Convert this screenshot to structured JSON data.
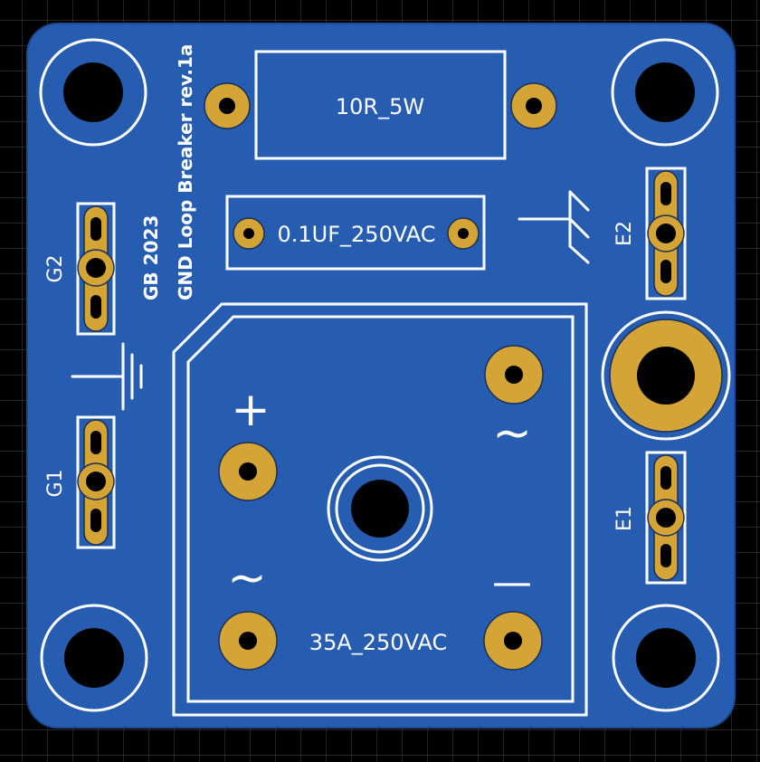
{
  "board": {
    "title": "GND Loop Breaker rev.1a",
    "year": "GB 2023"
  },
  "components": {
    "resistor": "10R_5W",
    "capacitor": "0.1UF_250VAC",
    "bridge": "35A_250VAC"
  },
  "connectors": {
    "g1": "G1",
    "g2": "G2",
    "e1": "E1",
    "e2": "E2"
  },
  "symbols": {
    "plus": "+",
    "minus": "—",
    "ac": "~"
  },
  "colors": {
    "background": "#000000",
    "grid": "#3a3a3a",
    "board": "#275DB0",
    "board_edge": "#1E4A94",
    "pad": "#D4A536",
    "silkscreen": "#FFFFFF"
  }
}
